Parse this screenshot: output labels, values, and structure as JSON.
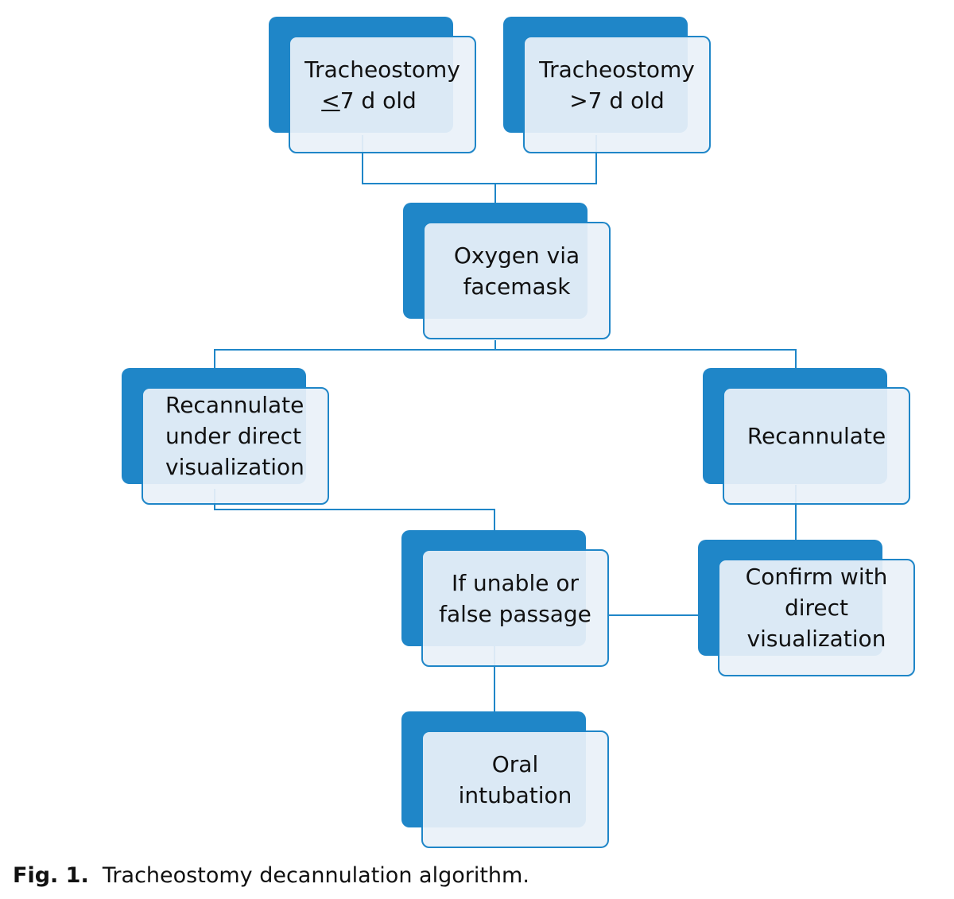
{
  "nodes": {
    "trach_le7": {
      "line1": "Tracheostomy",
      "line2_symbol": "<",
      "line2_rest": "7 d old"
    },
    "trach_gt7": {
      "text": "Tracheostomy\n>7 d old"
    },
    "oxygen": {
      "text": "Oxygen via\nfacemask"
    },
    "recannulate_direct": {
      "text": "Recannulate\nunder direct\nvisualization"
    },
    "recannulate": {
      "text": "Recannulate"
    },
    "if_unable": {
      "text": "If unable or\nfalse passage"
    },
    "confirm": {
      "text": "Confirm with\ndirect\nvisualization"
    },
    "oral": {
      "text": "Oral\nintubation"
    }
  },
  "caption": {
    "label": "Fig. 1.",
    "text": "Tracheostomy decannulation algorithm."
  },
  "colors": {
    "box_blue": "#1f86c8",
    "box_fill": "#e9f1f9",
    "connector": "#1f86c8"
  }
}
